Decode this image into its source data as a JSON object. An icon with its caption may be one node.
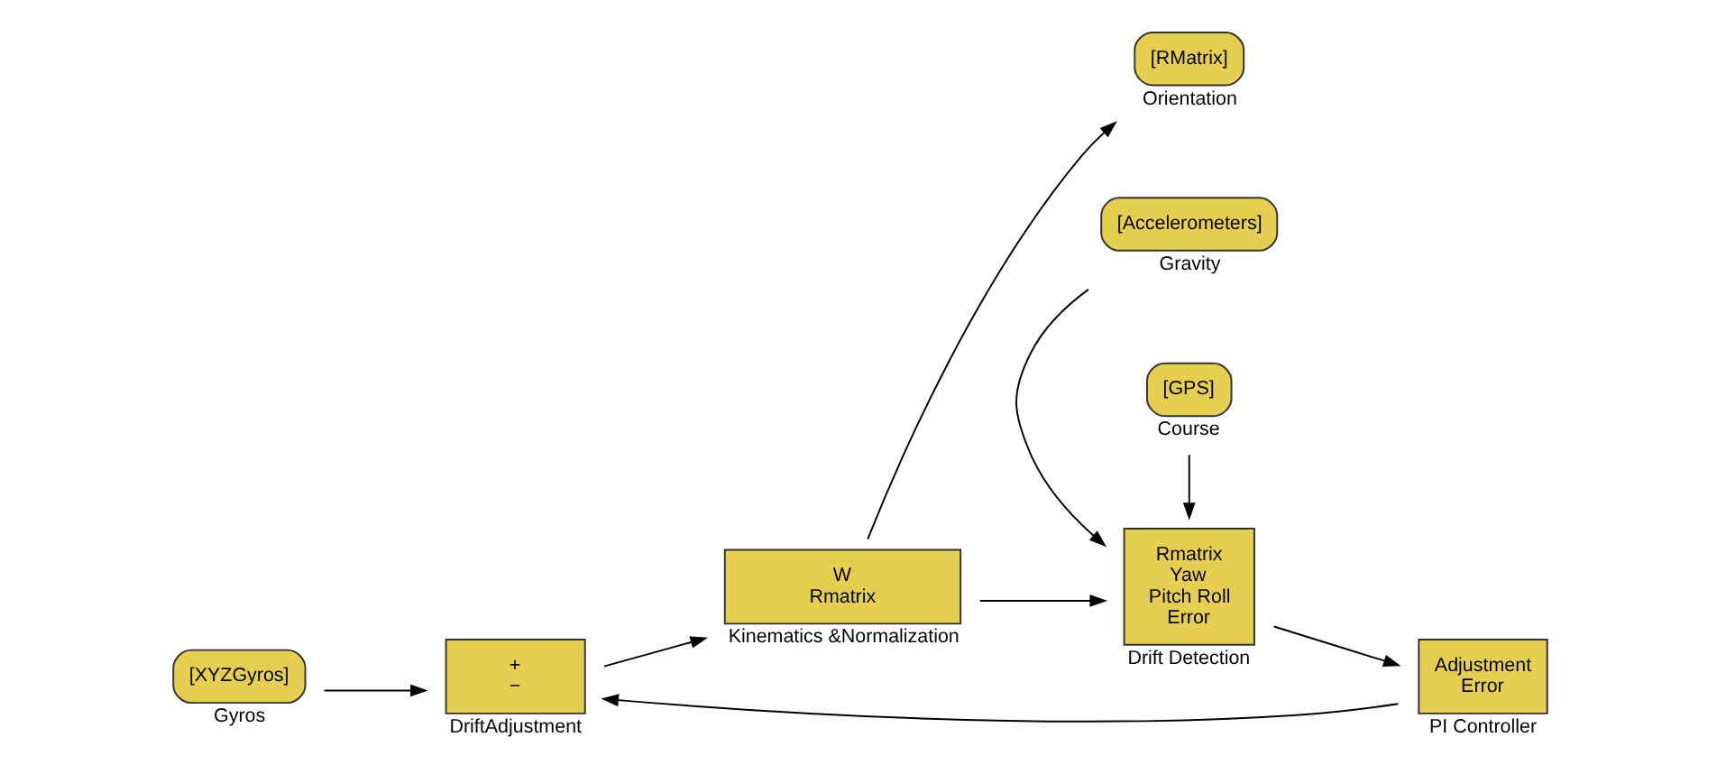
{
  "diagram": {
    "nodes": [
      {
        "text": [
          "[XYZGyros]"
        ],
        "beside": [
          "Gyros"
        ]
      },
      {
        "text": [
          "+",
          "−"
        ],
        "beside": [
          "DriftAdjustment"
        ]
      },
      {
        "text": [
          "W",
          "Rmatrix"
        ],
        "beside": [
          "Kinematics &Normalization"
        ]
      },
      {
        "text": [
          "[RMatrix]"
        ],
        "beside": [
          "Orientation"
        ]
      },
      {
        "text": [
          "Rmatrix",
          "Yaw",
          "Pitch Roll",
          "Error"
        ],
        "beside": [
          "Drift Detection"
        ]
      },
      {
        "text": [
          "Adjustment",
          "Error"
        ],
        "beside": [
          "PI Controller"
        ]
      },
      {
        "text": [
          "[GPS]"
        ],
        "beside": [
          "Course"
        ]
      },
      {
        "text": [
          "[Accelerometers]"
        ],
        "beside": [
          "Gravity"
        ]
      }
    ],
    "edges": [
      {
        "from": 0,
        "to": 1,
        "arrow": "to"
      },
      {
        "from": 1,
        "to": 2,
        "arrow": "to"
      },
      {
        "from": 2,
        "to": 3,
        "arrow": "to"
      },
      {
        "from": 2,
        "to": 4,
        "arrow": "to"
      },
      {
        "from": 6,
        "to": 4,
        "arrow": "to"
      },
      {
        "from": 7,
        "to": 4,
        "arrow": "to"
      },
      {
        "from": 4,
        "to": 5,
        "arrow": "to"
      },
      {
        "from": 5,
        "to": 1,
        "arrow": "to"
      }
    ]
  }
}
